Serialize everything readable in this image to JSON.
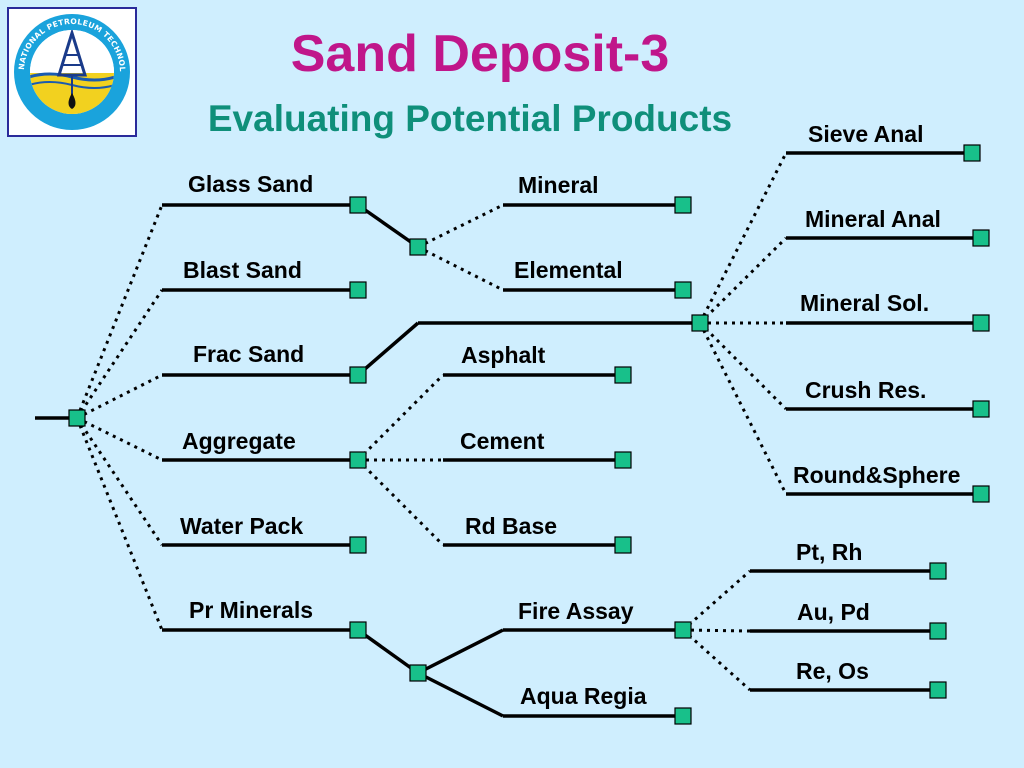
{
  "slide": {
    "title": "Sand Deposit-3",
    "subtitle": "Evaluating Potential Products"
  },
  "logo": {
    "ring_text": "NATIONAL PETROLEUM TECHNOLOGY OFFICE"
  },
  "colors": {
    "background": "#cfeefe",
    "title": "#c0168a",
    "subtitle": "#0f8f7a",
    "node_fill": "#18c08a",
    "line": "#000000"
  },
  "tree": {
    "products": [
      {
        "label": "Glass Sand"
      },
      {
        "label": "Blast Sand"
      },
      {
        "label": "Frac Sand"
      },
      {
        "label": "Aggregate"
      },
      {
        "label": "Water Pack"
      },
      {
        "label": "Pr Minerals"
      }
    ],
    "glass_tests": [
      {
        "label": "Mineral"
      },
      {
        "label": "Elemental"
      }
    ],
    "aggregate_uses": [
      {
        "label": "Asphalt"
      },
      {
        "label": "Cement"
      },
      {
        "label": "Rd Base"
      }
    ],
    "frac_tests": [
      {
        "label": "Sieve Anal"
      },
      {
        "label": "Mineral Anal"
      },
      {
        "label": "Mineral Sol."
      },
      {
        "label": "Crush Res."
      },
      {
        "label": "Round&Sphere"
      }
    ],
    "mineral_methods": [
      {
        "label": "Fire Assay"
      },
      {
        "label": "Aqua Regia"
      }
    ],
    "fire_assay_elements": [
      {
        "label": "Pt, Rh"
      },
      {
        "label": "Au, Pd"
      },
      {
        "label": "Re, Os"
      }
    ]
  }
}
